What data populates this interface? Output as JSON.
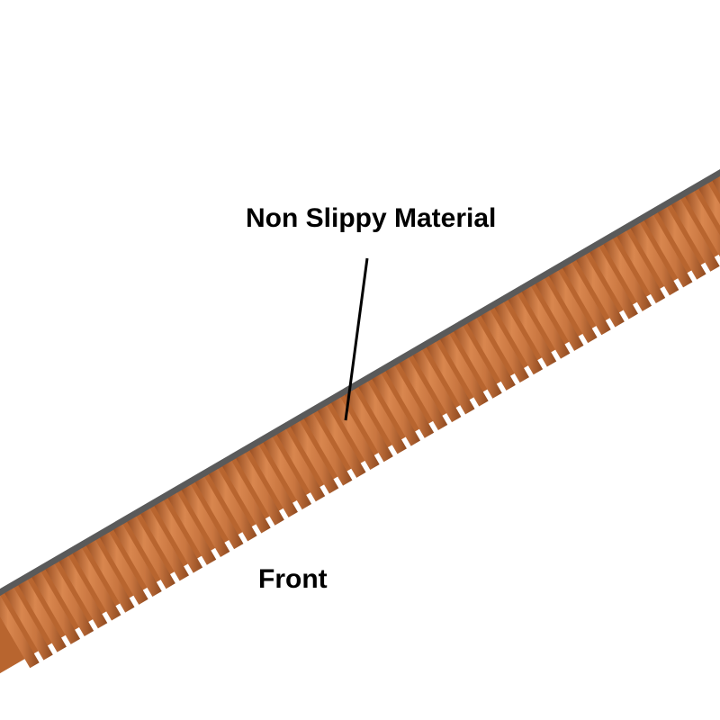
{
  "annotations": {
    "material_label": "Non Slippy Material",
    "front_label": "Front"
  },
  "colors": {
    "background": "#ffffff",
    "belt_tooth": "#c8733c",
    "belt_tooth_light": "#dc8a52",
    "belt_groove": "#8f4a20",
    "belt_backing": "#5a5a5a",
    "pointer_line": "#000000",
    "label_text": "#000000"
  },
  "image": {
    "subject": "timing belt",
    "pointer-icon": "line"
  }
}
